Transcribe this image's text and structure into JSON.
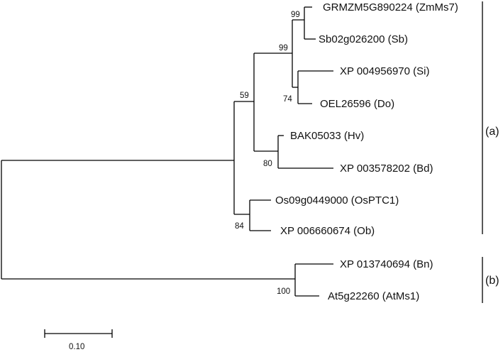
{
  "tree": {
    "leaves": [
      {
        "id": "zm",
        "label": "GRMZM5G890224 (ZmMs7)"
      },
      {
        "id": "sb",
        "label": "Sb02g026200 (Sb)"
      },
      {
        "id": "si",
        "label": "XP 004956970 (Si)"
      },
      {
        "id": "do",
        "label": "OEL26596 (Do)"
      },
      {
        "id": "hv",
        "label": "BAK05033 (Hv)"
      },
      {
        "id": "bd",
        "label": "XP 003578202 (Bd)"
      },
      {
        "id": "os",
        "label": "Os09g0449000 (OsPTC1)"
      },
      {
        "id": "ob",
        "label": "XP 006660674 (Ob)"
      },
      {
        "id": "bn",
        "label": "XP 013740694 (Bn)"
      },
      {
        "id": "at",
        "label": "At5g22260 (AtMs1)"
      }
    ],
    "bootstrap": [
      {
        "id": "n_zm_sb",
        "value": "99"
      },
      {
        "id": "n_si_do",
        "value": "74"
      },
      {
        "id": "n_sorghum",
        "value": "99"
      },
      {
        "id": "n_hv_bd",
        "value": "80"
      },
      {
        "id": "n_core",
        "value": "59"
      },
      {
        "id": "n_os_ob",
        "value": "84"
      },
      {
        "id": "n_bn_at",
        "value": "100"
      }
    ],
    "clades": [
      {
        "id": "a",
        "label": "(a)"
      },
      {
        "id": "b",
        "label": "(b)"
      }
    ],
    "scale_bar": {
      "label": "0.10"
    }
  }
}
